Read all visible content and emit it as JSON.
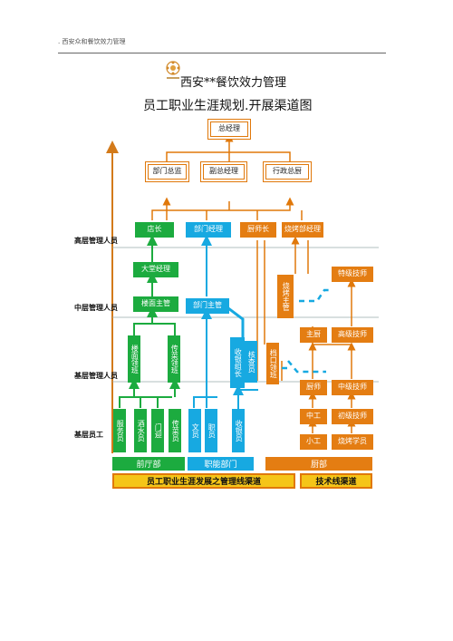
{
  "header": {
    "text": ". 西安众和餐饮效力管理"
  },
  "title": "西安**餐饮效力管理",
  "subtitle": "员工职业生涯规划.开展渠道图",
  "levels": [
    "高层管理人员",
    "中层管理人员",
    "基层管理人员",
    "基层员工"
  ],
  "nodes": {
    "gm": "总经理",
    "dept_director": "部门总监",
    "deputy_gm": "副总经理",
    "exec_chef": "行政总厨",
    "store_mgr": "店长",
    "dept_mgr": "部门经理",
    "head_chef": "厨师长",
    "bbq_mgr": "烧烤部经理",
    "hall_mgr": "大堂经理",
    "floor_sup": "楼面主管",
    "dept_sup": "部门主管",
    "bbq_sup": "烧烤主管",
    "senior_tech": "特级技师",
    "sous_chef": "主厨",
    "advanced_tech": "高级技师",
    "floor_lead": "楼面领班",
    "runner_lead": "传菜领班",
    "cashier_lead": "收银组长",
    "auditor": "核查员",
    "archive_lead": "档口领班",
    "chef": "厨师",
    "mid_tech": "中级技师",
    "mid_worker": "中工",
    "junior_tech": "初级技师",
    "waiter": "服务员",
    "bartender": "酒水员",
    "greeter": "门迎",
    "runner": "传菜员",
    "clerk": "文员",
    "staff": "职员",
    "cashier": "收银员",
    "junior_worker": "小工",
    "bbq_apprentice": "烧烤学员"
  },
  "departments": {
    "front": "前厅部",
    "functional": "职能部门",
    "kitchen": "厨部"
  },
  "channels": {
    "management": "员工职业生涯发展之管理线渠道",
    "technical": "技术线渠道"
  },
  "colors": {
    "orange": "#e47d12",
    "green": "#1cab3f",
    "blue": "#17a9e1",
    "yellow": "#f5c518"
  }
}
